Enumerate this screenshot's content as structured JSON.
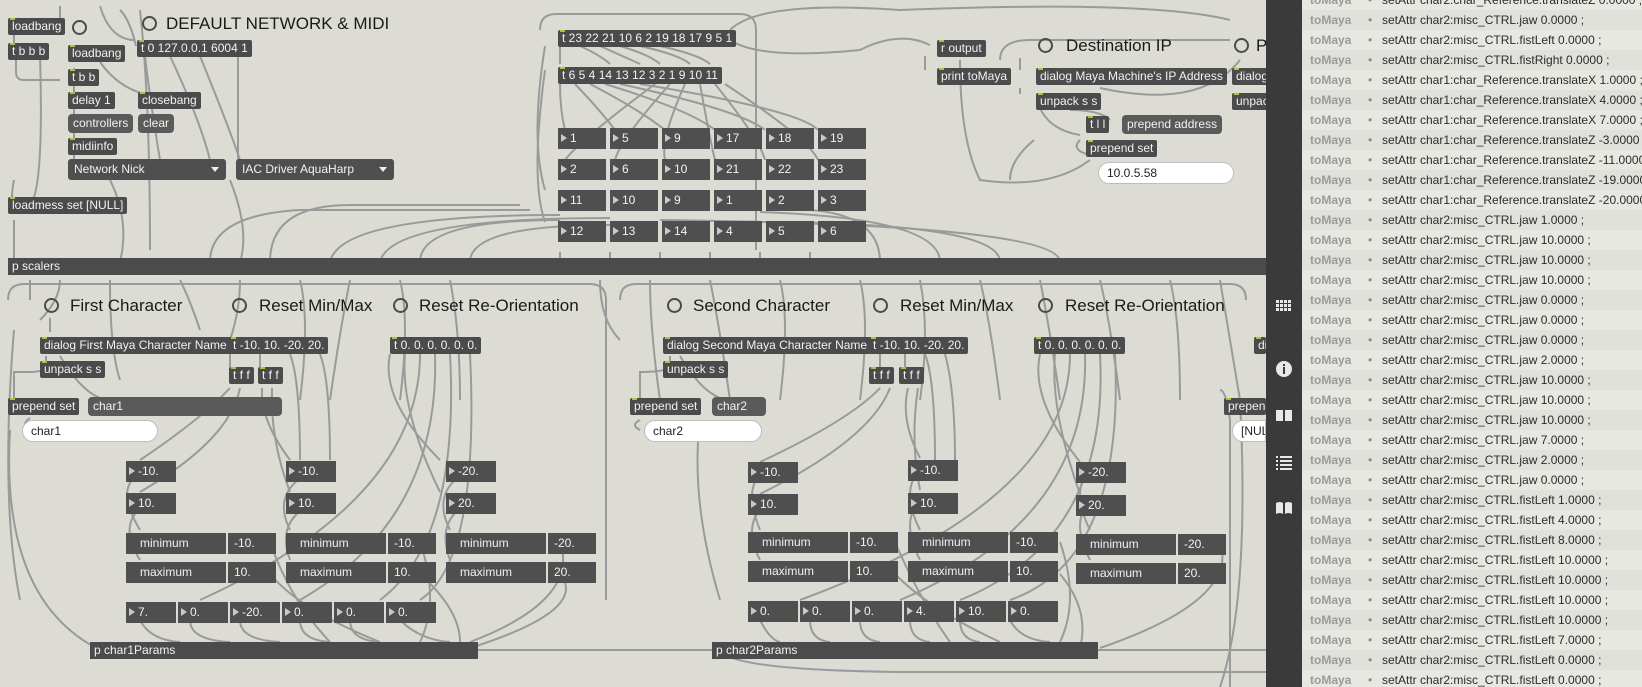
{
  "patcher": {
    "comments": {
      "default_network": "DEFAULT NETWORK & MIDI",
      "destination_ip": "Destination IP",
      "destination_ip_cut": "P",
      "first_character": "First Character",
      "reset_minmax_1": "Reset Min/Max",
      "reset_reorient_1": "Reset Re-Orientation",
      "second_character": "Second Character",
      "reset_minmax_2": "Reset Min/Max",
      "reset_reorient_2": "Reset Re-Orientation"
    },
    "objects": {
      "loadbang1": "loadbang",
      "tbbb1": "t b b b",
      "loadbang2": "loadbang",
      "tbb": "t b b",
      "delay": "delay 1",
      "controllers": "controllers",
      "midiinfo": "midiinfo",
      "closebang": "closebang",
      "clear": "clear",
      "t_ip": "t 0 127.0.0.1 6004 1",
      "t_list1": "t 23 22 21 10 6 2 19 18 17 9 5 1",
      "t_list2": "t 6 5 4 14 13 12 3 2 1 9 10 11",
      "r_output": "r output",
      "print_tomaya": "print toMaya",
      "dialog_ip": "dialog Maya Machine's IP Address",
      "dialog_cut": "dialog",
      "unpack_ip": "unpack s s",
      "unpack_cut": "unpac",
      "tll": "t l l",
      "prepend_address": "prepend address",
      "prepend_set_ip": "prepend set",
      "loadmess": "loadmess set [NULL]",
      "p_scalers": "p scalers",
      "dialog_char1": "dialog First Maya Character Name",
      "unpack_char1": "unpack s s",
      "t_minmax1": "t -10. 10. -20. 20.",
      "tff1a": "t f f",
      "tff1b": "t f f",
      "t_reorient1": "t 0. 0. 0. 0. 0. 0.",
      "prepend_set1": "prepend set",
      "dialog_char2": "dialog Second Maya Character Name",
      "unpack_char2": "unpack s s",
      "t_minmax2": "t -10. 10. -20. 20.",
      "tff2a": "t f f",
      "tff2b": "t f f",
      "t_reorient2": "t 0. 0. 0. 0. 0. 0.",
      "prepend_set2": "prepend set",
      "prepend_cut": "prepen",
      "dialog_cut2": "di",
      "p_char1params": "p char1Params",
      "p_char2params": "p char2Params"
    },
    "menus": {
      "network": "Network Nick",
      "midi": "IAC Driver AquaHarp"
    },
    "messages": {
      "char1": "char1",
      "char2": "char2"
    },
    "fields": {
      "ip": "10.0.5.58",
      "char1": "char1",
      "char2": "char2",
      "null_cut": "[NUL"
    },
    "grid_numbers": [
      [
        "1",
        "5",
        "9",
        "17",
        "18",
        "19"
      ],
      [
        "2",
        "6",
        "10",
        "21",
        "22",
        "23"
      ],
      [
        "11",
        "10",
        "9",
        "1",
        "2",
        "3"
      ],
      [
        "12",
        "13",
        "14",
        "4",
        "5",
        "6"
      ]
    ],
    "ranges": {
      "c1_a": {
        "low": "-10.",
        "high": "10.",
        "min_label": "minimum",
        "min_val": "-10.",
        "max_label": "maximum",
        "max_val": "10."
      },
      "c1_b": {
        "low": "-10.",
        "high": "10.",
        "min_label": "minimum",
        "min_val": "-10.",
        "max_label": "maximum",
        "max_val": "10."
      },
      "c1_c": {
        "low": "-20.",
        "high": "20.",
        "min_label": "minimum",
        "min_val": "-20.",
        "max_label": "maximum",
        "max_val": "20."
      },
      "c2_a": {
        "low": "-10.",
        "high": "10.",
        "min_label": "minimum",
        "min_val": "-10.",
        "max_label": "maximum",
        "max_val": "10."
      },
      "c2_b": {
        "low": "-10.",
        "high": "10.",
        "min_label": "minimum",
        "min_val": "-10.",
        "max_label": "maximum",
        "max_val": "10."
      },
      "c2_c": {
        "low": "-20.",
        "high": "20.",
        "min_label": "minimum",
        "min_val": "-20.",
        "max_label": "maximum",
        "max_val": "20."
      }
    },
    "reorient_char1": [
      "7.",
      "0.",
      "-20.",
      "0.",
      "0.",
      "0."
    ],
    "reorient_char2": [
      "0.",
      "0.",
      "0.",
      "4.",
      "10.",
      "0."
    ]
  },
  "sidebar": {
    "icons": [
      "grid-icon",
      "info-icon",
      "book-icon",
      "list-icon",
      "reference-icon"
    ]
  },
  "console": {
    "source": "toMaya",
    "rows": [
      "setAttr char2:char_Reference.translateZ 0.0000 ;",
      "setAttr char2:misc_CTRL.jaw 0.0000 ;",
      "setAttr char2:misc_CTRL.fistLeft 0.0000 ;",
      "setAttr char2:misc_CTRL.fistRight 0.0000 ;",
      "setAttr char1:char_Reference.translateX 1.0000 ;",
      "setAttr char1:char_Reference.translateX 4.0000 ;",
      "setAttr char1:char_Reference.translateX 7.0000 ;",
      "setAttr char1:char_Reference.translateZ -3.0000 ;",
      "setAttr char1:char_Reference.translateZ -11.0000 ;",
      "setAttr char1:char_Reference.translateZ -19.0000 ;",
      "setAttr char1:char_Reference.translateZ -20.0000 ;",
      "setAttr char2:misc_CTRL.jaw 1.0000 ;",
      "setAttr char2:misc_CTRL.jaw 10.0000 ;",
      "setAttr char2:misc_CTRL.jaw 10.0000 ;",
      "setAttr char2:misc_CTRL.jaw 10.0000 ;",
      "setAttr char2:misc_CTRL.jaw 0.0000 ;",
      "setAttr char2:misc_CTRL.jaw 0.0000 ;",
      "setAttr char2:misc_CTRL.jaw 0.0000 ;",
      "setAttr char2:misc_CTRL.jaw 2.0000 ;",
      "setAttr char2:misc_CTRL.jaw 10.0000 ;",
      "setAttr char2:misc_CTRL.jaw 10.0000 ;",
      "setAttr char2:misc_CTRL.jaw 10.0000 ;",
      "setAttr char2:misc_CTRL.jaw 7.0000 ;",
      "setAttr char2:misc_CTRL.jaw 2.0000 ;",
      "setAttr char2:misc_CTRL.jaw 0.0000 ;",
      "setAttr char2:misc_CTRL.fistLeft 1.0000 ;",
      "setAttr char2:misc_CTRL.fistLeft 4.0000 ;",
      "setAttr char2:misc_CTRL.fistLeft 8.0000 ;",
      "setAttr char2:misc_CTRL.fistLeft 10.0000 ;",
      "setAttr char2:misc_CTRL.fistLeft 10.0000 ;",
      "setAttr char2:misc_CTRL.fistLeft 10.0000 ;",
      "setAttr char2:misc_CTRL.fistLeft 10.0000 ;",
      "setAttr char2:misc_CTRL.fistLeft 7.0000 ;",
      "setAttr char2:misc_CTRL.fistLeft 0.0000 ;",
      "setAttr char2:misc_CTRL.fistLeft 0.0000 ;"
    ]
  }
}
